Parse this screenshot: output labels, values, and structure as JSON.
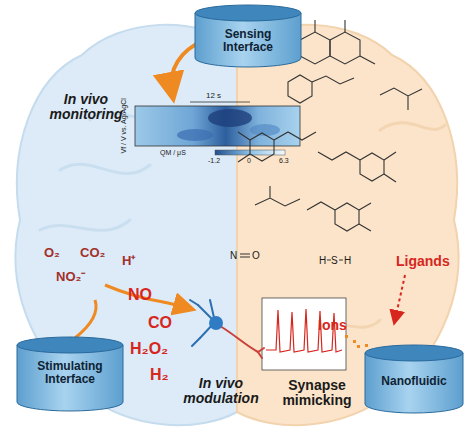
{
  "diagram": {
    "nodes": [
      {
        "text": [
          "Sensing Interface"
        ]
      },
      {
        "text": [
          "Stimulating Interface"
        ]
      },
      {
        "text": [
          "Nanofluidic"
        ]
      }
    ],
    "labels": [
      "In vivo monitoring",
      "12 s",
      "Vf / V vs. Ag/AgCl",
      "QM / μS",
      "-1.2",
      "0",
      "6.3",
      "O₂",
      "CO₂",
      "H⁺",
      "NO₂⁻",
      "NO",
      "CO",
      "H₂O₂",
      "H₂",
      "In vivo modulation",
      "Synapse mimicking",
      "Ligands",
      "Ions",
      "N",
      "O",
      "H",
      "S",
      "H"
    ]
  }
}
